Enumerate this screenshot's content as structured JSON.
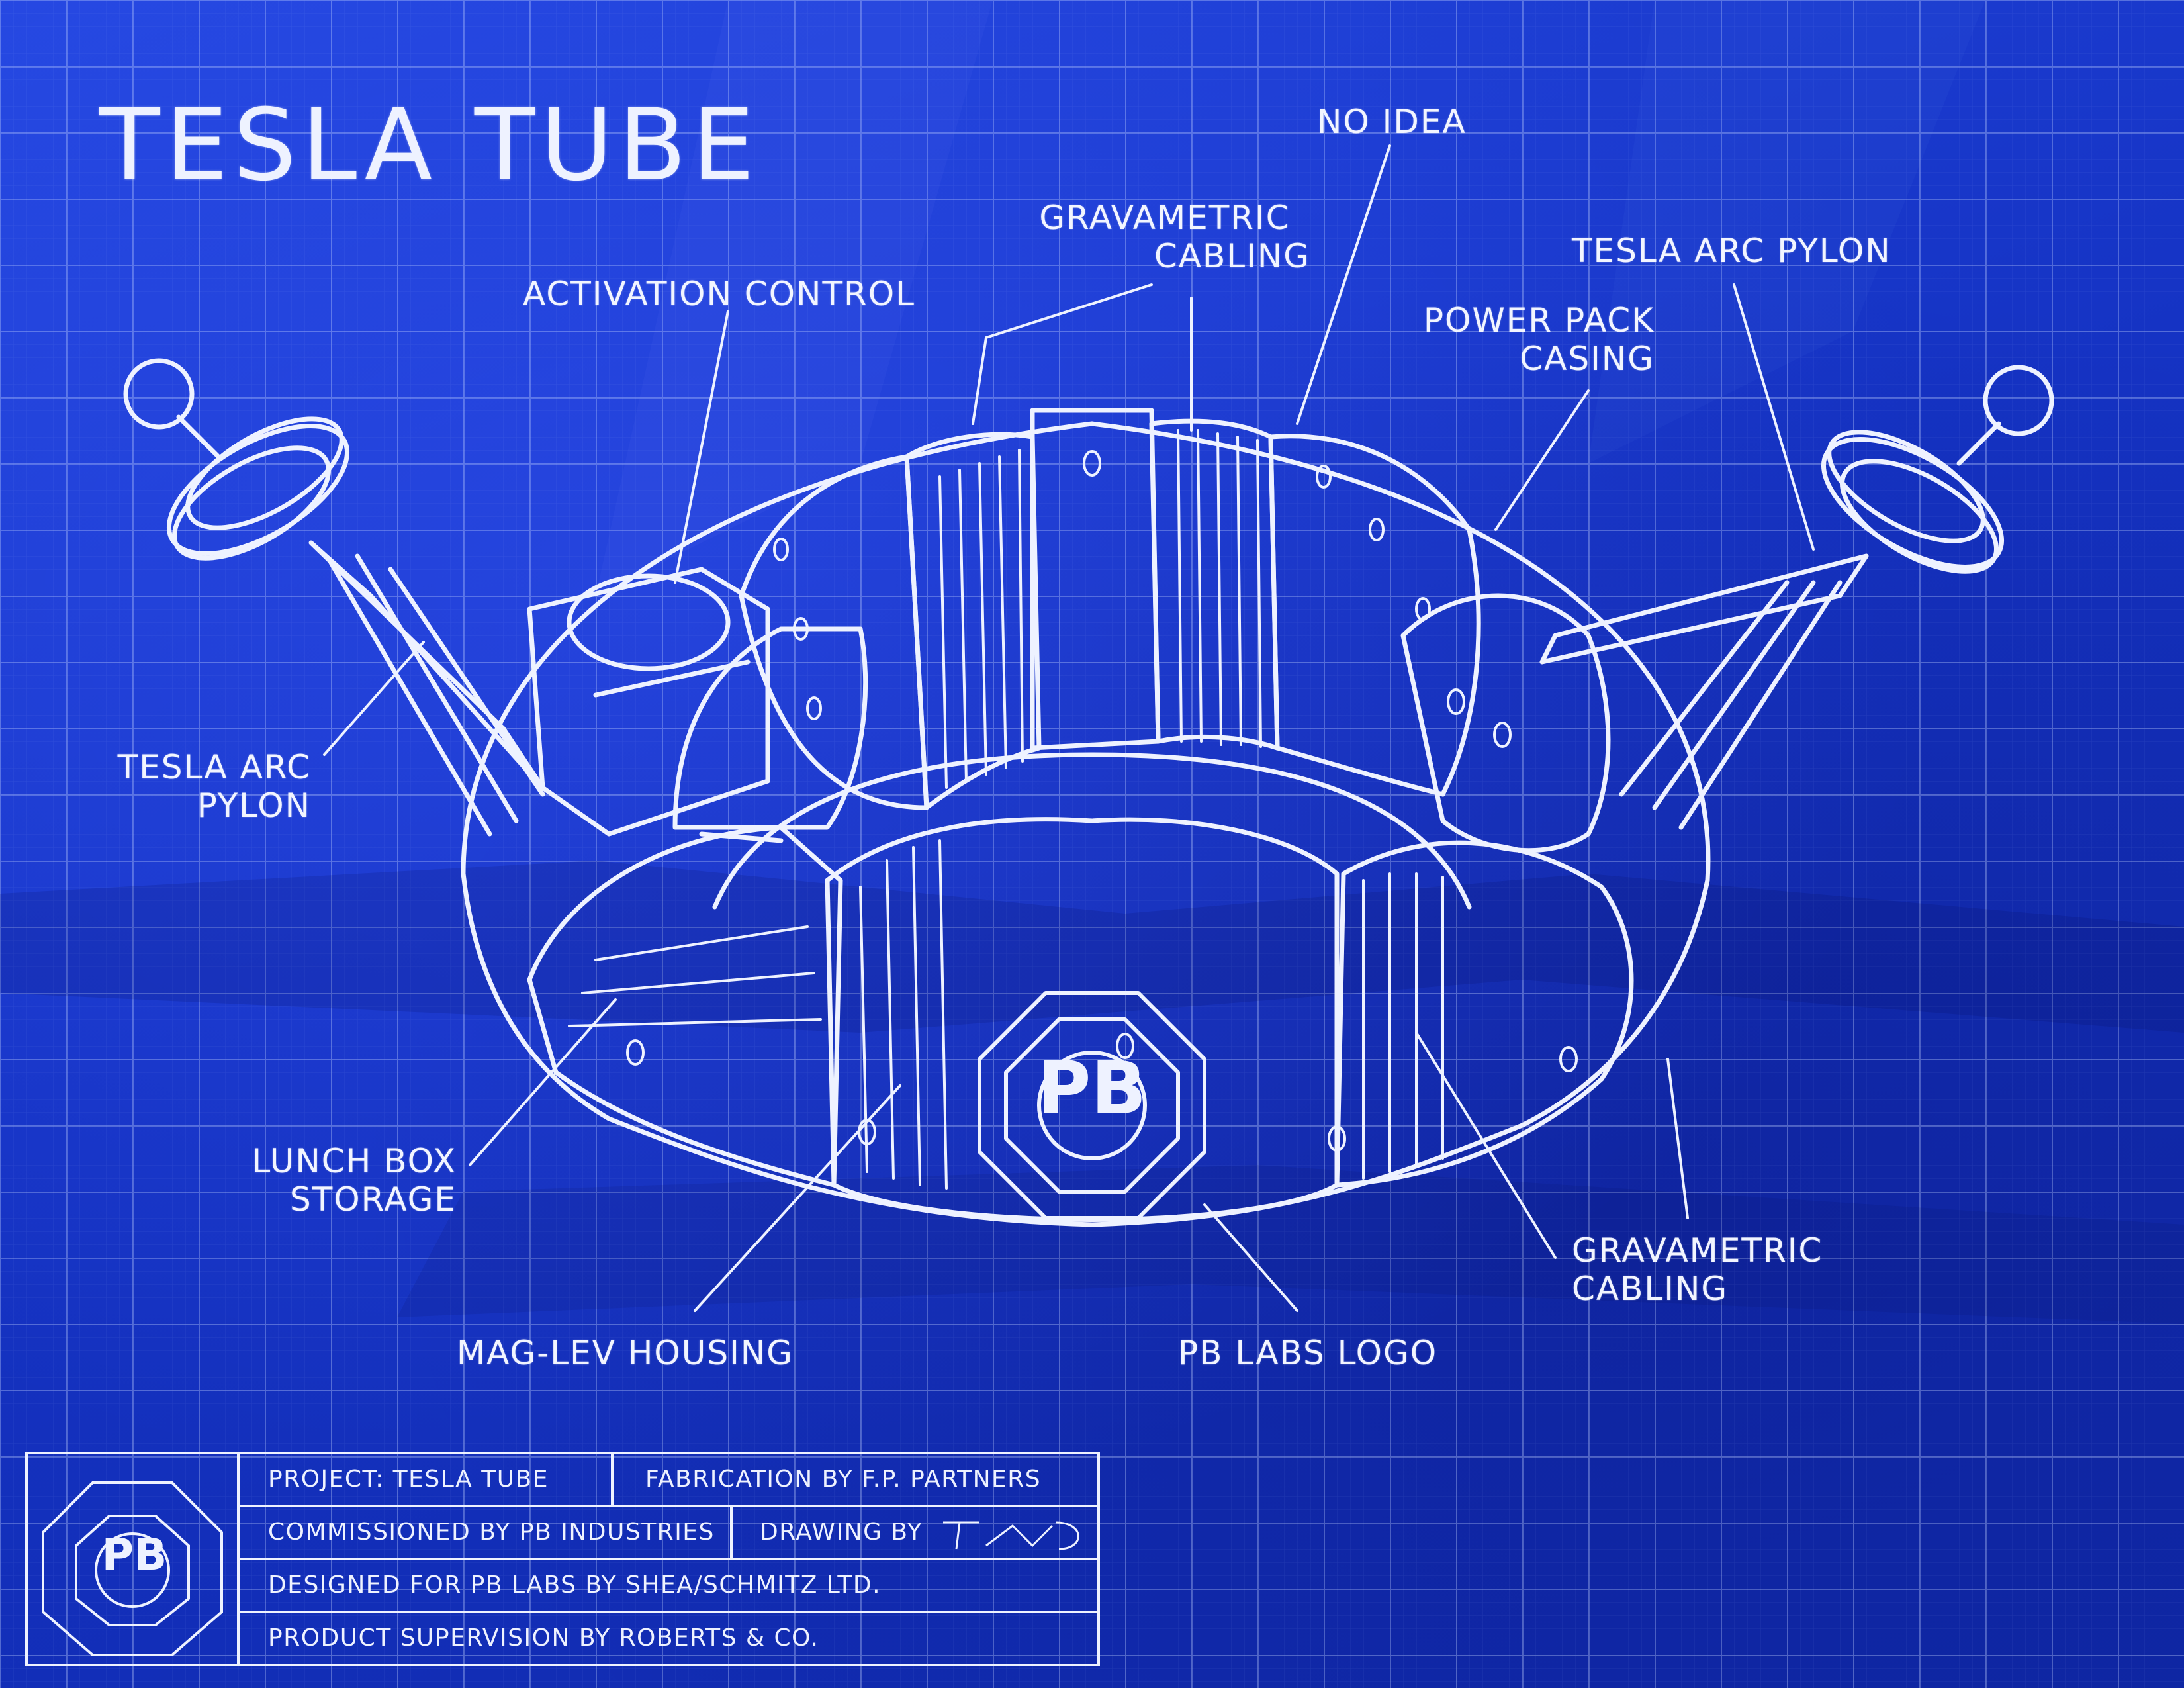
{
  "title": "TESLA TUBE",
  "labels": {
    "no_idea": "NO IDEA",
    "gravametric_top_1": "GRAVAMETRIC",
    "gravametric_top_2": "CABLING",
    "tesla_arc_right": "TESLA ARC PYLON",
    "activation_control": "ACTIVATION CONTROL",
    "power_pack_1": "POWER PACK",
    "power_pack_2": "CASING",
    "tesla_arc_left_1": "TESLA ARC",
    "tesla_arc_left_2": "PYLON",
    "lunch_box_1": "LUNCH BOX",
    "lunch_box_2": "STORAGE",
    "gravametric_bottom_1": "GRAVAMETRIC",
    "gravametric_bottom_2": "CABLING",
    "mag_lev": "MAG-LEV HOUSING",
    "pb_labs_logo": "PB LABS LOGO"
  },
  "center_logo": "PB",
  "title_block": {
    "logo": "PB",
    "project": "PROJECT: TESLA TUBE",
    "fabrication": "FABRICATION BY F.P. PARTNERS",
    "commissioned": "COMMISSIONED BY PB INDUSTRIES",
    "drawing_by": "DRAWING BY",
    "designed": "DESIGNED FOR PB LABS BY SHEA/SCHMITZ LTD.",
    "supervision": "PRODUCT SUPERVISION BY ROBERTS & CO."
  },
  "colors": {
    "paper": "#1535c8",
    "ink": "#f2f5ff"
  }
}
